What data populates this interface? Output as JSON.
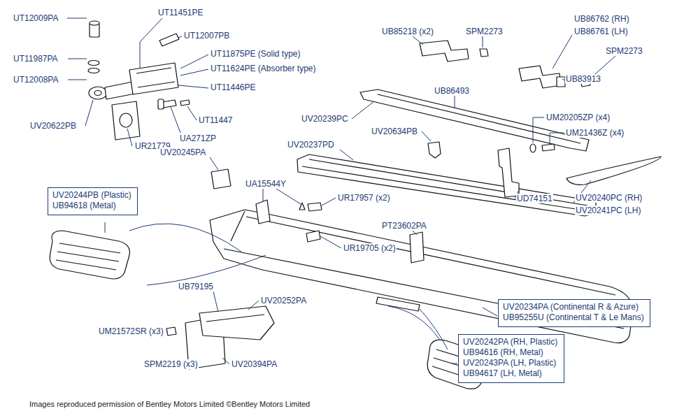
{
  "diagram": {
    "caption": "Images reproduced permission of Bentley Motors Limited ©Bentley Motors Limited",
    "nodes": [
      {
        "text": [
          "UV20244PB (Plastic)",
          "UB94618 (Metal)"
        ]
      },
      {
        "text": [
          "UV20234PA (Continental R & Azure)",
          "UB95255U (Continental T & Le Mans)"
        ]
      },
      {
        "text": [
          "UV20242PA (RH, Plastic)",
          "UB94616 (RH, Metal)",
          "UV20243PA (LH, Plastic)",
          "UB94617 (LH, Metal)"
        ]
      }
    ],
    "edges": [],
    "labels": [
      "UT12009PA",
      "UT11451PE",
      "UT12007PB",
      "UT11987PA",
      "UT11875PE (Solid type)",
      "UT11624PE (Absorber type)",
      "UT12008PA",
      "UT11446PE",
      "UV20622PB",
      "UT11447",
      "UR21779",
      "UA271ZP",
      "UV20245PA",
      "UB85218 (x2)",
      "SPM2273",
      "UB86762 (RH)",
      "UB86761 (LH)",
      "SPM2273",
      "UB86493",
      "UB83913",
      "UV20239PC",
      "UV20634PB",
      "UM20205ZP (x4)",
      "UM21436Z (x4)",
      "UV20237PD",
      "UD74151",
      "UV20240PC (RH)",
      "UV20241PC (LH)",
      "UA15544Y",
      "UR17957 (x2)",
      "PT23602PA",
      "UR19705 (x2)",
      "UB79195",
      "UV20252PA",
      "UM21572SR (x3)",
      "SPM2219 (x3)",
      "UV20394PA"
    ]
  }
}
